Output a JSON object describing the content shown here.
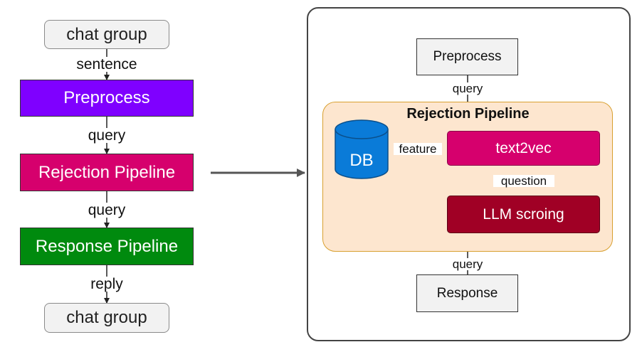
{
  "left_flow": {
    "start_node": "chat group",
    "edge_sentence": "sentence",
    "preprocess": "Preprocess",
    "edge_query_1": "query",
    "rejection": "Rejection Pipeline",
    "edge_query_2": "query",
    "response": "Response Pipeline",
    "edge_reply": "reply",
    "end_node": "chat group"
  },
  "detail_panel": {
    "preprocess": "Preprocess",
    "edge_query_top": "query",
    "group_title": "Rejection Pipeline",
    "db": "DB",
    "edge_feature": "feature",
    "text2vec": "text2vec",
    "edge_question": "question",
    "llm_scoring": "LLM scroing",
    "edge_query_bottom": "query",
    "response": "Response"
  },
  "colors": {
    "preprocess": "#7f00ff",
    "rejection": "#d6006d",
    "response": "#008a0e",
    "db": "#0a7bd8",
    "text2vec": "#d6006d",
    "llm_scoring": "#a00025",
    "group_fill": "#fde6cf",
    "group_border": "#d8a030"
  }
}
